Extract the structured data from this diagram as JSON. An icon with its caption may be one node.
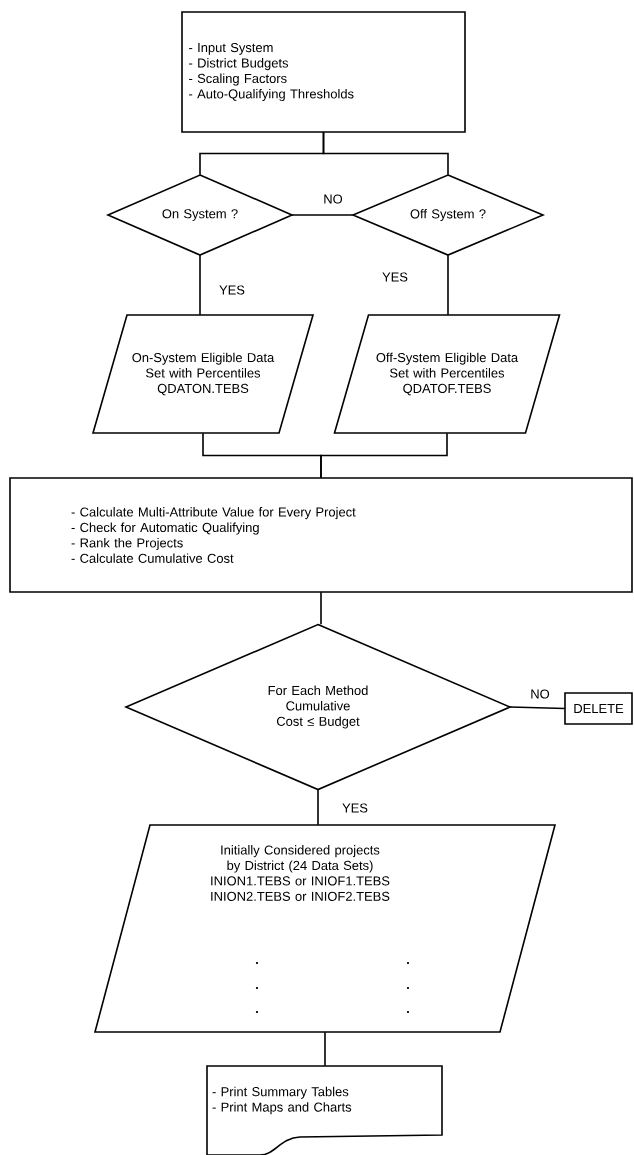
{
  "diagram": {
    "nodes": [
      {
        "text": [
          "- Input System",
          "- District Budgets",
          "- Scaling Factors",
          "- Auto-Qualifying Thresholds"
        ]
      },
      {
        "text": [
          "On System ?"
        ]
      },
      {
        "text": [
          "Off System ?"
        ]
      },
      {
        "text": [
          "On-System Eligible Data Set with Percentiles",
          "QDATON.TEBS"
        ]
      },
      {
        "text": [
          "Off-System Eligible Data Set with Percentiles",
          "QDATOF.TEBS"
        ]
      },
      {
        "text": [
          "- Calculate Multi-Attribute Value for Every Project",
          "- Check for Automatic Qualifying",
          "- Rank the Projects",
          "- Calculate Cumulative Cost"
        ]
      },
      {
        "text": [
          "For Each Method Cumulative Cost ≤ Budget"
        ]
      },
      {
        "text": [
          "DELETE"
        ]
      },
      {
        "text": [
          "Initially Considered projects by District (24 Data Sets)",
          "INION1.TEBS or INIOF1.TEBS",
          "INION2.TEBS or INIOF2.TEBS"
        ]
      },
      {
        "text": [
          "- Print Summary Tables",
          "- Print Maps and Charts"
        ]
      }
    ],
    "edges": [
      {
        "from": 0,
        "to": 1,
        "arrow": "none"
      },
      {
        "from": 0,
        "to": 2,
        "arrow": "none"
      },
      {
        "from": 1,
        "to": 2,
        "arrow": "none",
        "label": "NO"
      },
      {
        "from": 1,
        "to": 3,
        "arrow": "none",
        "label": "YES"
      },
      {
        "from": 2,
        "to": 4,
        "arrow": "none",
        "label": "YES"
      },
      {
        "from": 3,
        "to": 5,
        "arrow": "none"
      },
      {
        "from": 4,
        "to": 5,
        "arrow": "none"
      },
      {
        "from": 5,
        "to": 6,
        "arrow": "none"
      },
      {
        "from": 6,
        "to": 7,
        "arrow": "none",
        "label": "NO"
      },
      {
        "from": 6,
        "to": 8,
        "arrow": "none",
        "label": "YES"
      },
      {
        "from": 8,
        "to": 9,
        "arrow": "none"
      }
    ]
  }
}
